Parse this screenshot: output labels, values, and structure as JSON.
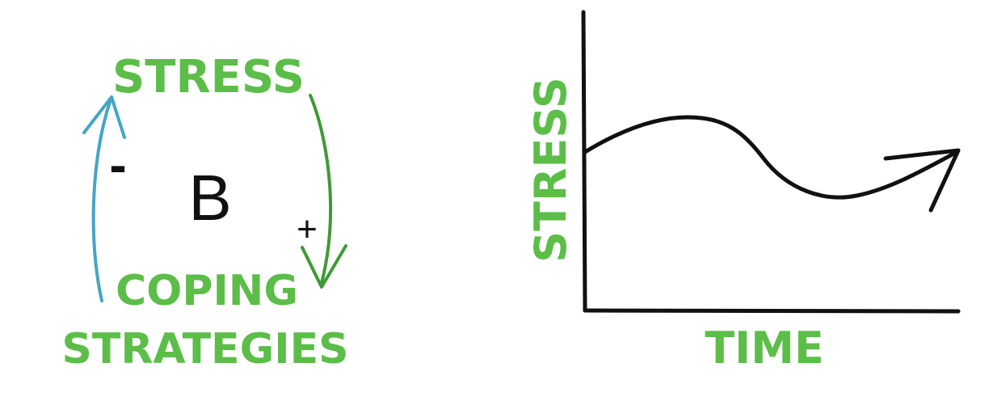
{
  "colors": {
    "label_green": "#5cbe48",
    "arrow_green": "#3f9a35",
    "arrow_blue": "#45a5c4",
    "ink": "#111111",
    "background": "#ffffff"
  },
  "loop": {
    "top_label": "STRESS",
    "bottom_label_line1": "COPING",
    "bottom_label_line2": "STRATEGIES",
    "center_label": "B",
    "left_polarity": "-",
    "right_polarity": "+"
  },
  "graph": {
    "y_label": "STRESS",
    "x_label": "TIME",
    "curve_shape": "rises, falls, then rises again with arrowhead"
  }
}
